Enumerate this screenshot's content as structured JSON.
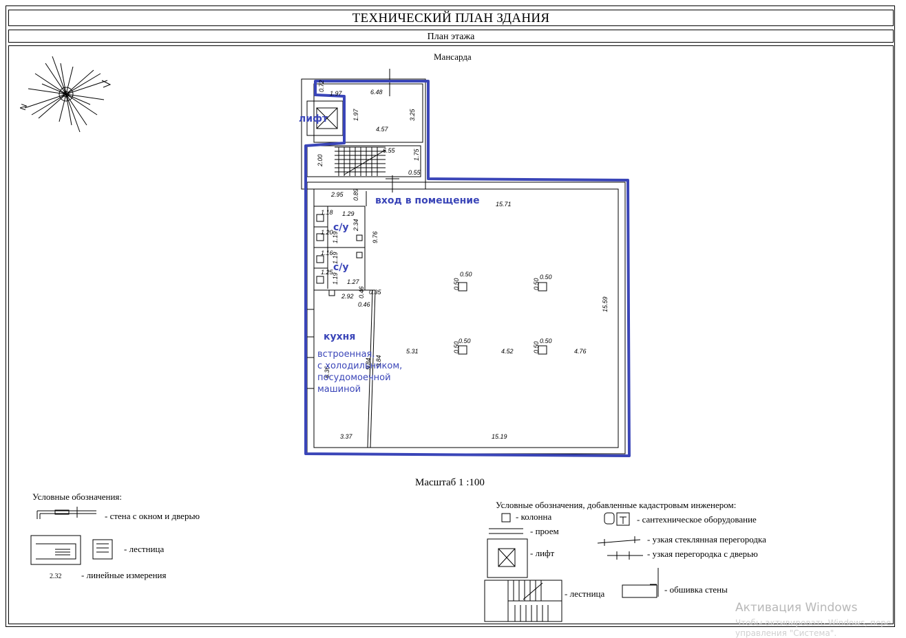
{
  "header": {
    "title": "ТЕХНИЧЕСКИЙ ПЛАН ЗДАНИЯ",
    "subtitle": "План этажа"
  },
  "plan": {
    "floor_name": "Мансарда",
    "scale": "Масштаб 1 :100",
    "dimensions": [
      "0.72",
      "1.97",
      "6.48",
      "1.97",
      "3.25",
      "4.57",
      "6.55",
      "2.00",
      "1.75",
      "0.55",
      "2.95",
      "0.89",
      "15.71",
      "1.18",
      "1.29",
      "1.20",
      "1.19",
      "2.34",
      "9.76",
      "1.16",
      "1.19",
      "1.25",
      "1.19",
      "1.27",
      "2.92",
      "0.35",
      "0.46",
      "0.46",
      "0.50",
      "0.50",
      "0.50",
      "0.50",
      "15.59",
      "0.50",
      "0.50",
      "0.50",
      "0.50",
      "5.31",
      "4.52",
      "4.76",
      "9.84",
      "9.84",
      "6.36",
      "3.37",
      "15.19"
    ],
    "annotations": {
      "lift": "лифт",
      "entrance": "вход в помещение",
      "wc1": "с/у",
      "wc2": "с/у",
      "kitchen": "кухня",
      "kitchen_note": "встроенная,\nс холодильником,\nпосудомоечной\nмашиной"
    },
    "compass_letter": "N"
  },
  "legend_left": {
    "title": "Условные обозначения:",
    "wall": "- стена с окном и дверью",
    "stairs": "- лестница",
    "sample_dim": "2.32",
    "linear": "- линейные измерения"
  },
  "legend_right": {
    "title": "Условные обозначения, добавленные кадастровым инженером:",
    "column": "- колонна",
    "sanitary": "- сантехническое оборудование",
    "opening": "- проем",
    "glass_partition": "- узкая стеклянная перегородка",
    "lift": "- лифт",
    "door_partition": "- узкая перегородка с дверью",
    "stairs": "- лестница",
    "cladding": "- обшивка стены"
  },
  "watermark": {
    "line1": "Активация Windows",
    "line2": "Чтобы активировать Windows, пере",
    "line3": "управления \"Система\"."
  },
  "colors": {
    "annotation_blue": "#3a45b8",
    "line": "#000000"
  }
}
